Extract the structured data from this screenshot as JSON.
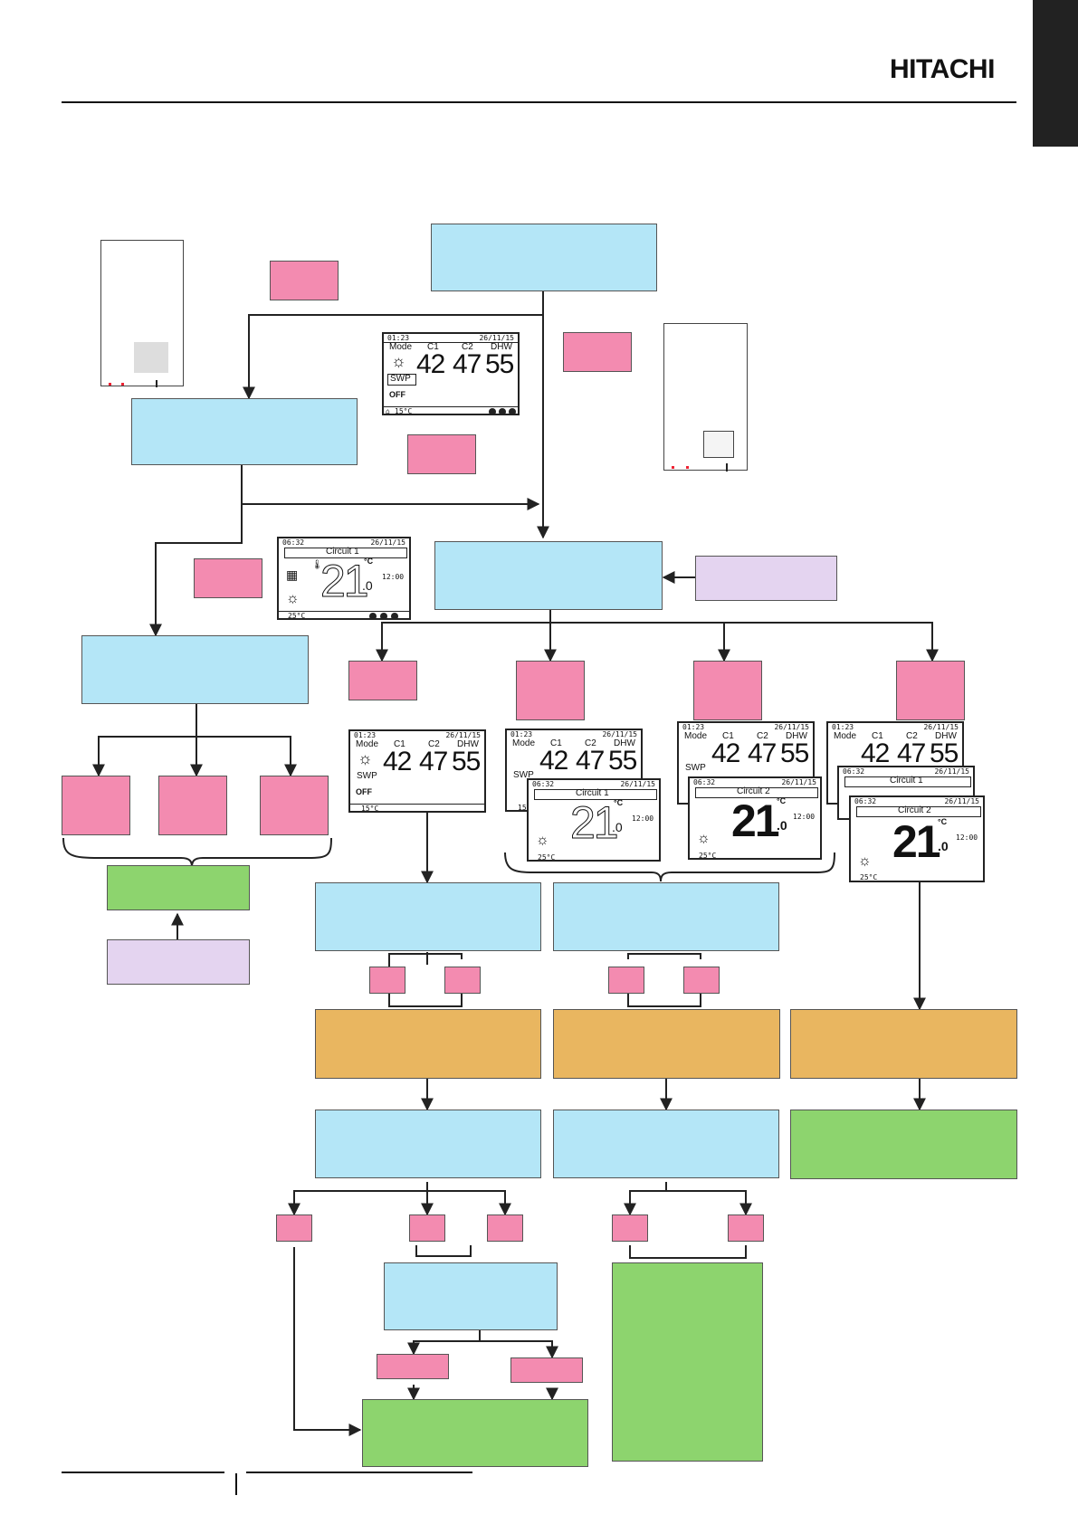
{
  "header": {
    "brand": "HITACHI"
  },
  "colors": {
    "process_box": "#b4e6f7",
    "condition_box": "#f38bb0",
    "input_box": "#e4d4f0",
    "result_box": "#8dd46e",
    "action_box": "#e9b660",
    "tab": "#222222"
  },
  "icons": {
    "sun": "sun-icon",
    "thermometer": "thermometer-icon",
    "home": "home-icon",
    "calendar": "calendar-icon",
    "clock": "clock-icon"
  },
  "screens": {
    "overview": {
      "time": "01:23",
      "date": "26/11/15",
      "col_mode": "Mode",
      "col_c1": "C1",
      "col_c2": "C2",
      "col_dhw": "DHW",
      "val_c1": "42",
      "val_c2": "47",
      "val_dhw": "55",
      "swp": "SWP",
      "off": "OFF",
      "outdoor": "15°C"
    },
    "circuit1": {
      "time": "06:32",
      "date": "26/11/15",
      "title": "Circuit 1",
      "temp": "21",
      "decimal": ".0",
      "unit": "°C",
      "clock": "12:00",
      "outdoor": "25°C"
    },
    "circuit2": {
      "time": "06:32",
      "date": "26/11/15",
      "title": "Circuit 2",
      "temp": "21",
      "decimal": ".0",
      "unit": "°C",
      "clock": "12:00",
      "outdoor": "25°C"
    }
  }
}
